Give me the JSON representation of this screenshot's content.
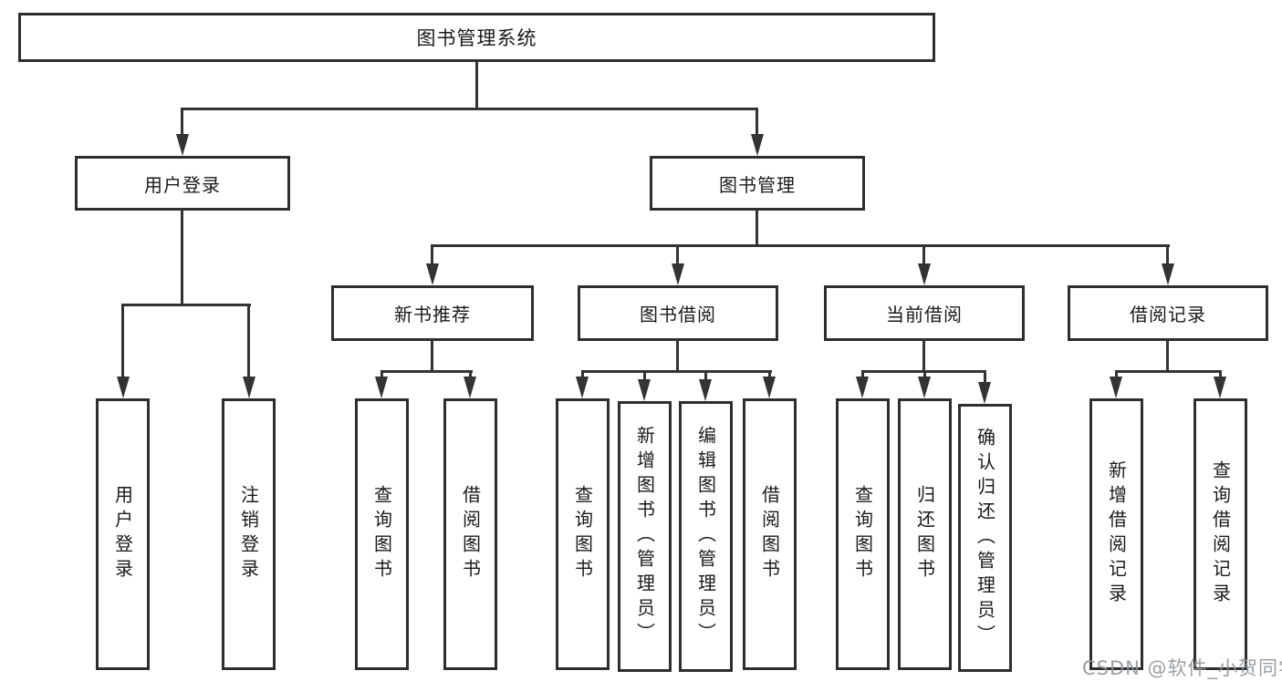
{
  "tree": {
    "root": "图书管理系统",
    "children": [
      {
        "label": "用户登录",
        "children": [
          {
            "label": "用户登录"
          },
          {
            "label": "注销登录"
          }
        ]
      },
      {
        "label": "图书管理",
        "children": [
          {
            "label": "新书推荐",
            "children": [
              {
                "label": "查询图书"
              },
              {
                "label": "借阅图书"
              }
            ]
          },
          {
            "label": "图书借阅",
            "children": [
              {
                "label": "查询图书"
              },
              {
                "label": "新增图书（管理员）"
              },
              {
                "label": "编辑图书（管理员）"
              },
              {
                "label": "借阅图书"
              }
            ]
          },
          {
            "label": "当前借阅",
            "children": [
              {
                "label": "查询图书"
              },
              {
                "label": "归还图书"
              },
              {
                "label": "确认归还（管理员）"
              }
            ]
          },
          {
            "label": "借阅记录",
            "children": [
              {
                "label": "新增借阅记录"
              },
              {
                "label": "查询借阅记录"
              }
            ]
          }
        ]
      }
    ]
  },
  "watermark": "CSDN @软件_小贺同学",
  "colors": {
    "line": "#333333",
    "border": "#2e2e2e",
    "text": "#1a1a1a",
    "box_background": "#ffffff",
    "watermark": "#8f959b"
  }
}
